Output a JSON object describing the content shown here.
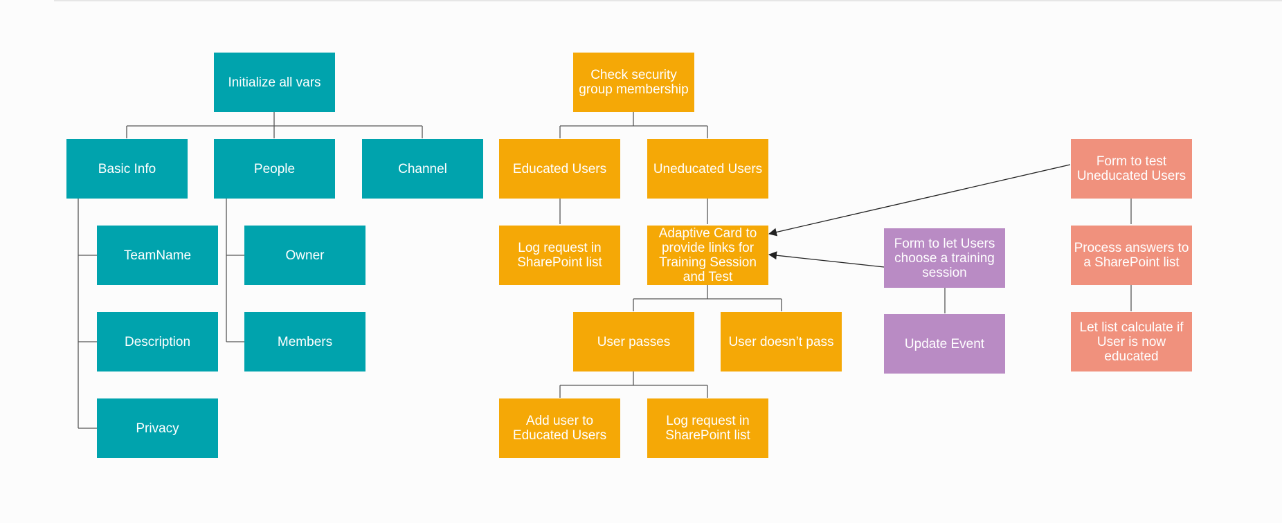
{
  "colors": {
    "teal": "#00a3ad",
    "amber": "#f5a806",
    "purple": "#b98bc4",
    "salmon": "#f0917d",
    "connector": "#555555",
    "arrow": "#222222"
  },
  "teal_tree": {
    "root": "Initialize all vars",
    "basic_info": "Basic Info",
    "people": "People",
    "channel": "Channel",
    "team_name": "TeamName",
    "description": "Description",
    "privacy": "Privacy",
    "owner": "Owner",
    "members": "Members"
  },
  "amber_tree": {
    "root": "Check security group membership",
    "educated_users": "Educated Users",
    "uneducated_users": "Uneducated Users",
    "log_request_1": "Log request in SharePoint list",
    "adaptive_card": "Adaptive Card to provide links for Training Session and Test",
    "user_passes": "User passes",
    "user_doesnt_pass": "User doesn’t pass",
    "add_user": "Add user to Educated Users",
    "log_request_2": "Log request in SharePoint list"
  },
  "purple_tree": {
    "form_training": "Form to let Users choose a training session",
    "update_event": "Update Event"
  },
  "salmon_tree": {
    "form_test": "Form to test Uneducated Users",
    "process_answers": "Process answers to a SharePoint list",
    "let_list_calculate": "Let list calculate if User is now educated"
  }
}
